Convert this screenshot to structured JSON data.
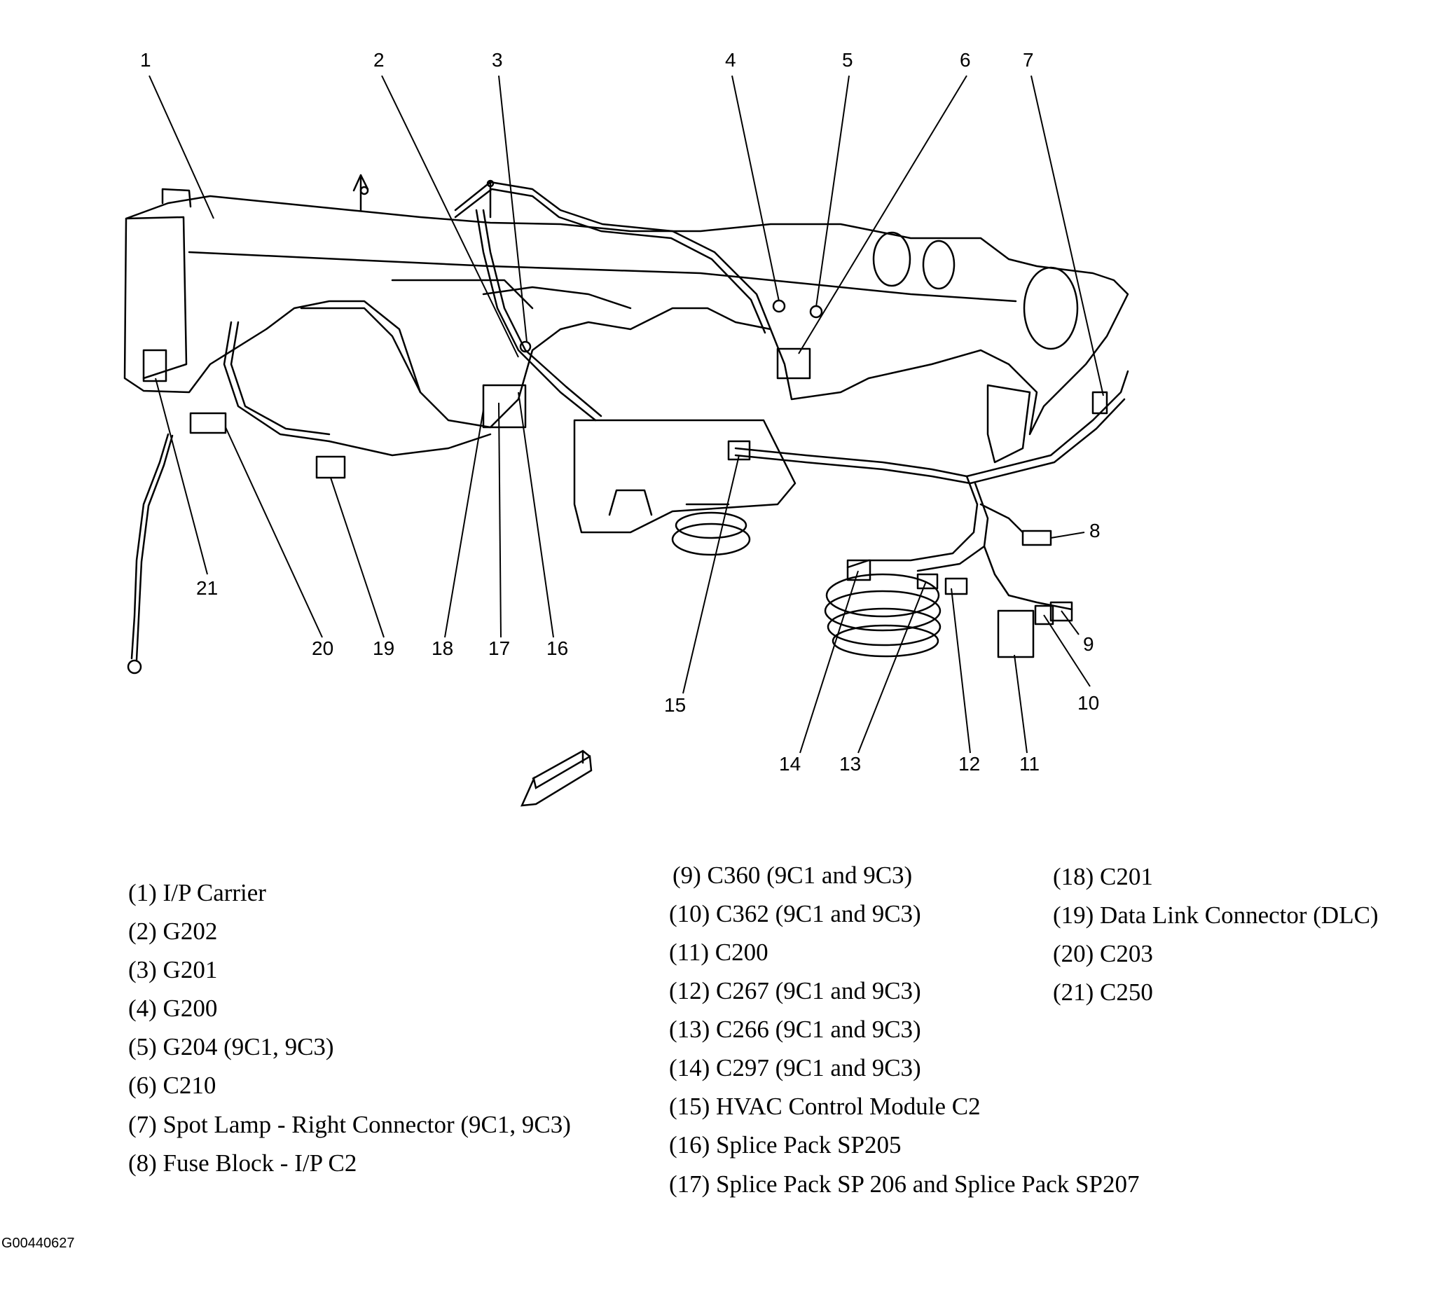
{
  "callouts": [
    "1",
    "2",
    "3",
    "4",
    "5",
    "6",
    "7",
    "8",
    "9",
    "10",
    "11",
    "12",
    "13",
    "14",
    "15",
    "16",
    "17",
    "18",
    "19",
    "20",
    "21"
  ],
  "legend": [
    "(1)  I/P Carrier",
    "(2)  G202",
    "(3)  G201",
    "(4)  G200",
    "(5)  G204 (9C1, 9C3)",
    "(6)  C210",
    "(7)  Spot Lamp - Right Connector (9C1, 9C3)",
    "(8)  Fuse Block - I/P C2",
    "(9)  C360 (9C1 and 9C3)",
    "(10) C362 (9C1 and 9C3)",
    "(11) C200",
    "(12) C267 (9C1 and 9C3)",
    "(13) C266 (9C1 and 9C3)",
    "(14) C297 (9C1 and 9C3)",
    "(15) HVAC Control Module C2",
    "(16) Splice Pack SP205",
    "(17) Splice Pack SP 206 and Splice Pack SP207",
    "(18) C201",
    "(19) Data Link Connector (DLC)",
    "(20) C203",
    "(21) C250"
  ],
  "figure_id": "G00440627",
  "colors": {
    "ink": "#000000",
    "paper": "#ffffff"
  }
}
